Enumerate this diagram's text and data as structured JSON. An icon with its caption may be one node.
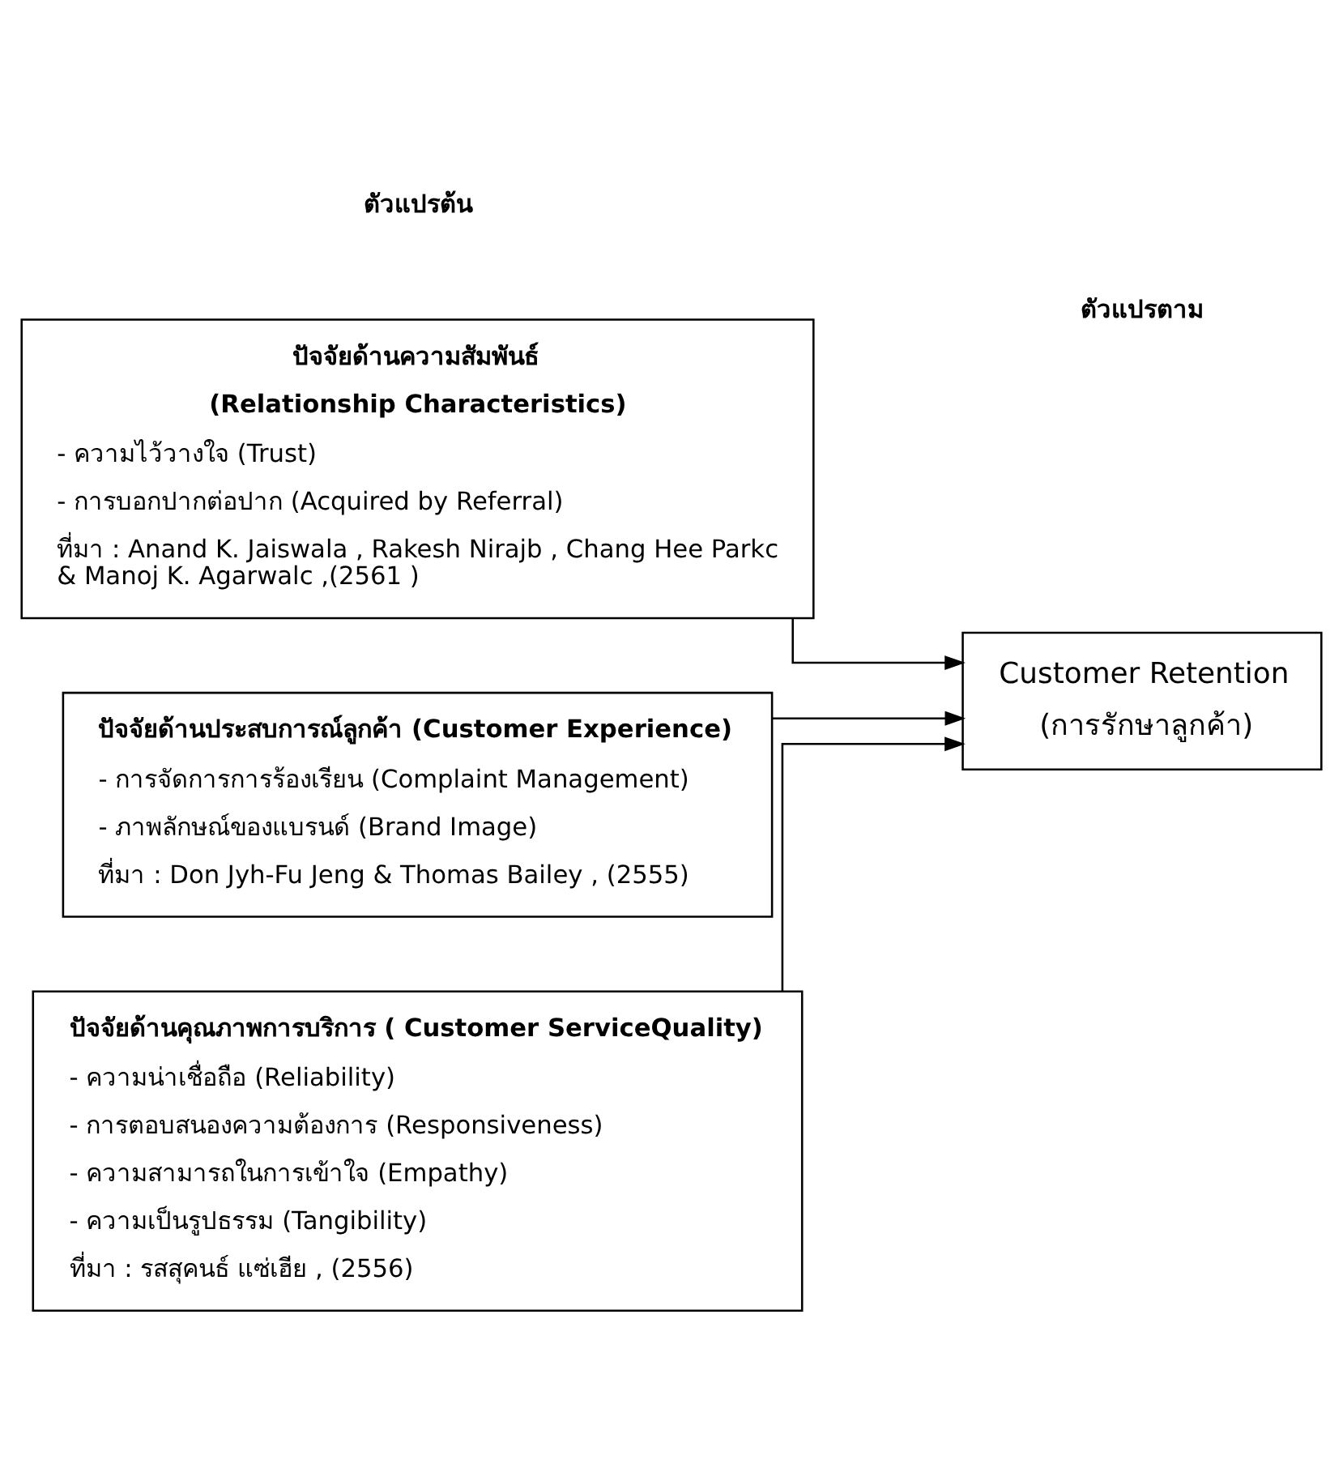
{
  "diagram": {
    "nodes": [
      {
        "text": [
          "ปัจจัยด้านความสัมพันธ์",
          "(Relationship Characteristics)",
          "- ความไว้วางใจ (Trust)",
          "- การบอกปากต่อปาก (Acquired by Referral)",
          "ที่มา : Anand K. Jaiswala , Rakesh Nirajb , Chang Hee Parkc & Manoj K. Agarwalc ,(2561 )"
        ]
      },
      {
        "text": [
          "ปัจจัยด้านประสบการณ์ลูกค้า (Customer Experience)",
          "- การจัดการการร้องเรียน (Complaint Management)",
          "- ภาพลักษณ์ของแบรนด์ (Brand Image)",
          "ที่มา : Don Jyh-Fu Jeng & Thomas Bailey , (2555)"
        ]
      },
      {
        "text": [
          "ปัจจัยด้านคุณภาพการบริการ ( Customer ServiceQuality)",
          "- ความน่าเชื่อถือ (Reliability)",
          "- การตอบสนองความต้องการ (Responsiveness)",
          "- ความสามารถในการเข้าใจ (Empathy)",
          "- ความเป็นรูปธรรม (Tangibility)",
          "ที่มา : รสสุคนธ์ แซ่เฮีย , (2556)"
        ]
      },
      {
        "text": [
          "Customer Retention",
          "(การรักษาลูกค้า)"
        ]
      }
    ],
    "edges": [
      {
        "from": 0,
        "to": 3,
        "arrow": "to"
      },
      {
        "from": 1,
        "to": 3,
        "arrow": "to"
      },
      {
        "from": 2,
        "to": 3,
        "arrow": "to"
      }
    ],
    "labels": [
      "ตัวแปรต้น",
      "ตัวแปรตาม"
    ]
  }
}
